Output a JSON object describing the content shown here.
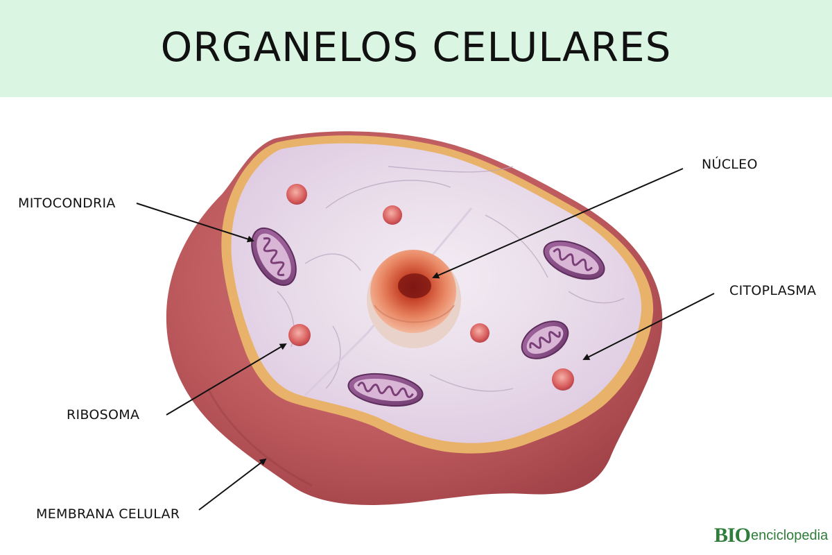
{
  "header": {
    "title": "ORGANELOS CELULARES"
  },
  "labels": {
    "mitocondria": "MITOCONDRIA",
    "nucleo": "NÚCLEO",
    "citoplasma": "CITOPLASMA",
    "ribosoma": "RIBOSOMA",
    "membrana": "MEMBRANA CELULAR"
  },
  "logo": {
    "bio": "BIO",
    "text": "enciclopedia"
  },
  "colors": {
    "header_bg": "#daf5e2",
    "membrane": "#b9555a",
    "cytoplasm": "#ece0ef",
    "nucleus": "#e8846a",
    "mitochondria": "#8c4d88",
    "ribosome": "#e06b6b",
    "brand": "#2e7d3a"
  }
}
